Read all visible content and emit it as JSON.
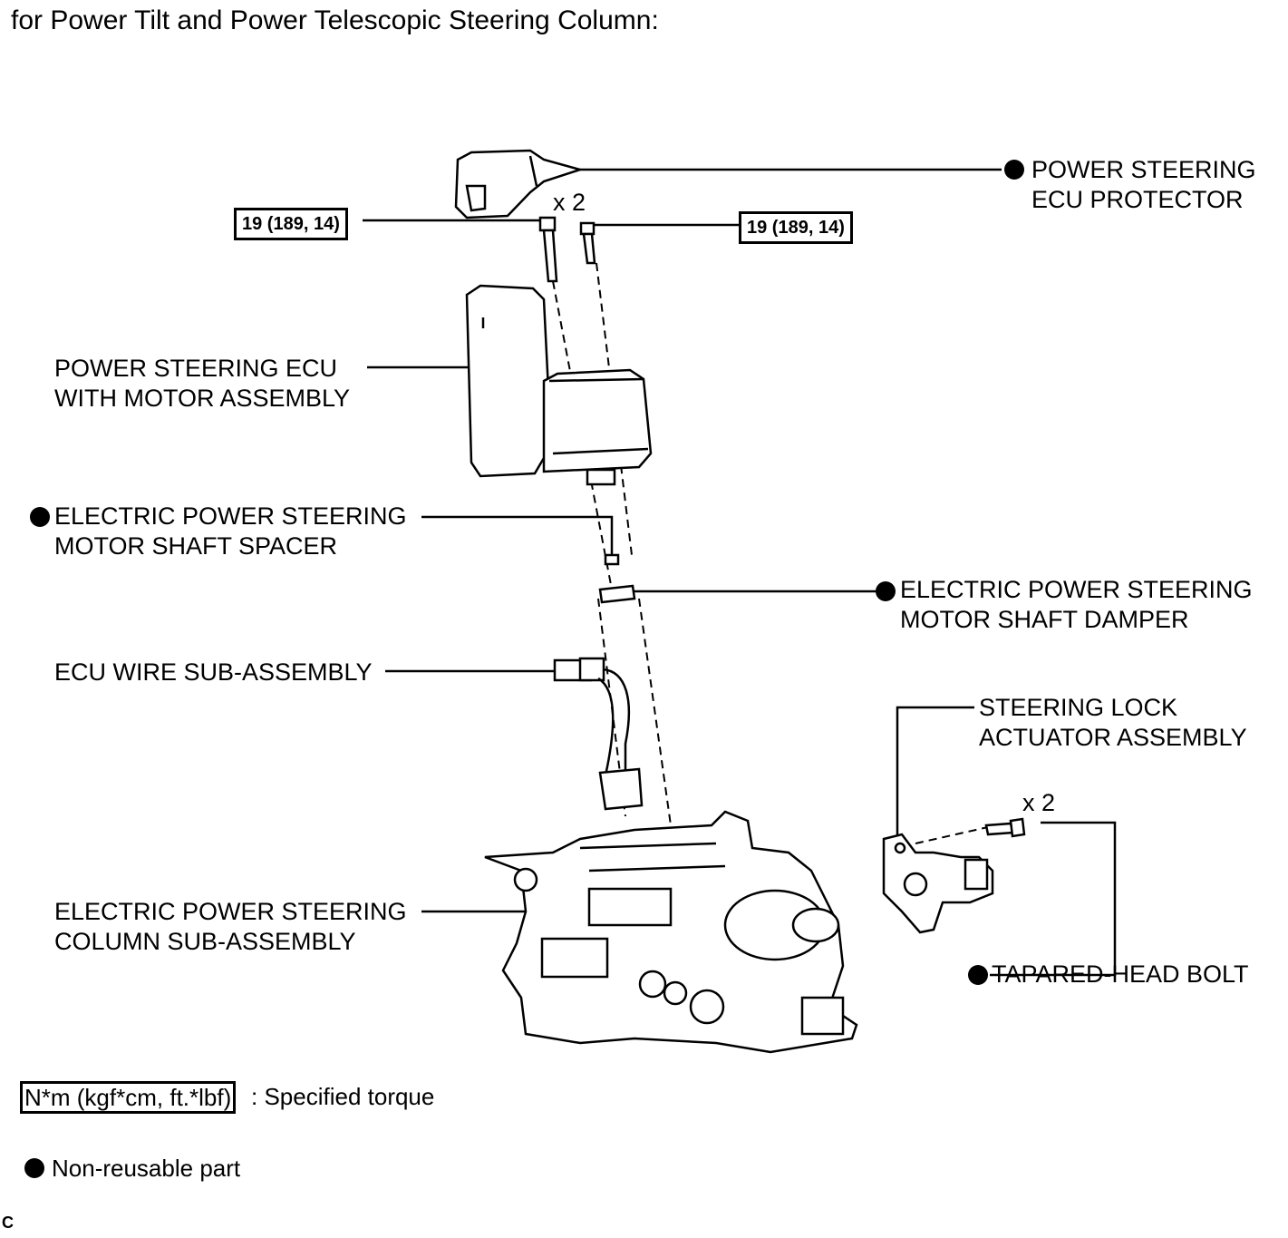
{
  "title": "for Power Tilt and Power Telescopic Steering Column:",
  "torque_spec_left": "19 (189, 14)",
  "torque_spec_right": "19 (189, 14)",
  "qty_bolts_top": "x 2",
  "qty_bolts_right": "x 2",
  "labels": {
    "ecu_protector_1": "POWER STEERING",
    "ecu_protector_2": "ECU PROTECTOR",
    "ecu_motor_1": "POWER STEERING ECU",
    "ecu_motor_2": "WITH MOTOR ASSEMBLY",
    "spacer_1": "ELECTRIC POWER STEERING",
    "spacer_2": "MOTOR SHAFT SPACER",
    "damper_1": "ELECTRIC POWER STEERING",
    "damper_2": "MOTOR SHAFT DAMPER",
    "wire": "ECU WIRE SUB-ASSEMBLY",
    "lock_1": "STEERING LOCK",
    "lock_2": "ACTUATOR ASSEMBLY",
    "column_1": "ELECTRIC POWER STEERING",
    "column_2": "COLUMN SUB-ASSEMBLY",
    "bolt": "TAPARED-HEAD BOLT"
  },
  "legend": {
    "torque_unit": "N*m (kgf*cm, ft.*lbf)",
    "torque_desc": ": Specified torque",
    "nonreusable": "Non-reusable part"
  },
  "corner_code": "C"
}
